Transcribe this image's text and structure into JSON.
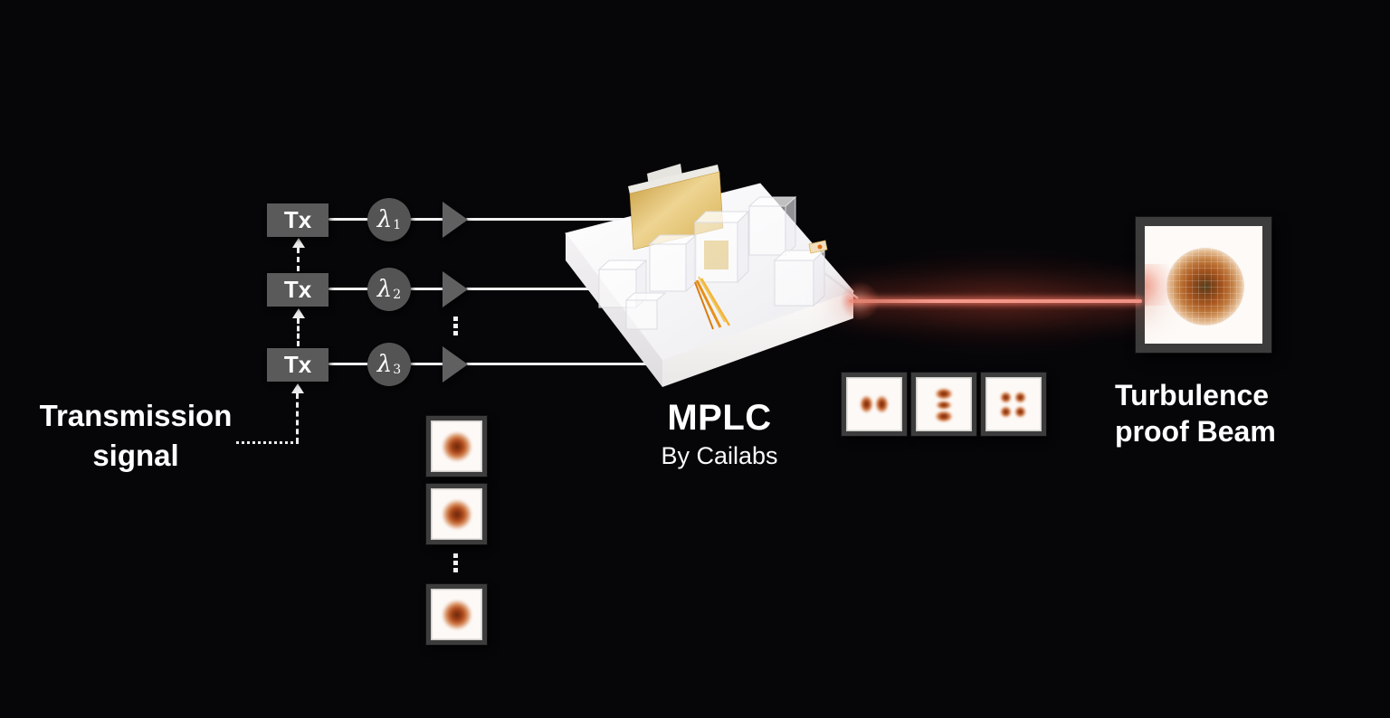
{
  "diagram": {
    "background": "#060609",
    "transmission": {
      "title_line1": "Transmission",
      "title_line2": "signal",
      "tx_label": "Tx",
      "channels": [
        {
          "symbol": "λ",
          "sub": "1"
        },
        {
          "symbol": "λ",
          "sub": "2"
        },
        {
          "symbol": "λ",
          "sub": "3"
        }
      ]
    },
    "mplc": {
      "title": "MPLC",
      "subtitle": "By Cailabs"
    },
    "output": {
      "title_line1": "Turbulence",
      "title_line2": "proof Beam"
    },
    "modes": {
      "input_patterns": [
        "gaussian-dot",
        "gaussian-dot",
        "gaussian-dot"
      ],
      "multiplexed_patterns": [
        "two-lobe-pair",
        "three-lobe-stack",
        "four-lobe-grid"
      ],
      "output_pattern": "turbulence-proof-gaussian"
    },
    "colors": {
      "background": "#060609",
      "box_gray": "#5a5a5a",
      "circle_gray": "#545454",
      "triangle_gray": "#606060",
      "wire_white": "#f2f2f2",
      "beam_red": "#f0897a",
      "mode_dot_rust": "#b0511f",
      "gold": "#d9b452",
      "panel_white": "#fdf9f6",
      "frame_dark": "#3c3c3c"
    }
  }
}
